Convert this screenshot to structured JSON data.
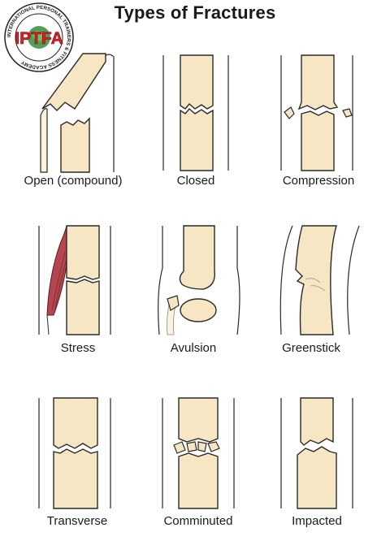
{
  "title": "Types of Fractures",
  "logo": {
    "ring_text": "INTERNATIONAL PERSONAL TRAINERS & FITNESS ACADEMY",
    "letters": "IPTFA"
  },
  "fractures": [
    {
      "label": "Open (compound)"
    },
    {
      "label": "Closed"
    },
    {
      "label": "Compression"
    },
    {
      "label": "Stress"
    },
    {
      "label": "Avulsion"
    },
    {
      "label": "Greenstick"
    },
    {
      "label": "Transverse"
    },
    {
      "label": "Comminuted"
    },
    {
      "label": "Impacted"
    }
  ],
  "colors": {
    "bone_fill": "#f6e6c3",
    "bone_stroke": "#2a2a2a",
    "skin_fill": "#fbf1dc",
    "muscle": "#b3464e",
    "logo_red": "#d42027",
    "logo_green": "#2f8f3a"
  }
}
